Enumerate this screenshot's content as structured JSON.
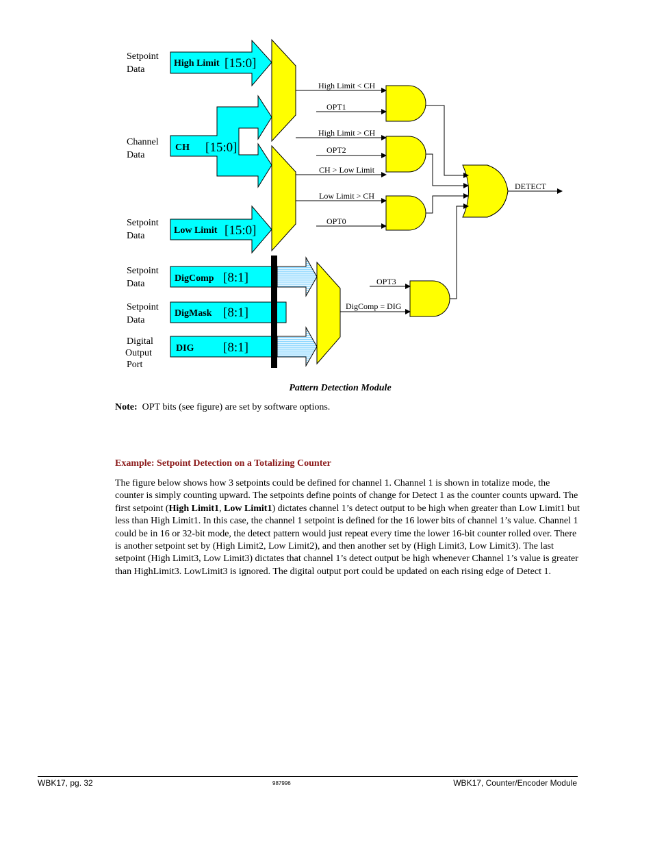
{
  "figure": {
    "inputs": {
      "high_limit": {
        "side_label": [
          "Setpoint",
          "Data"
        ],
        "name": "High Limit",
        "bits": "[15:0]"
      },
      "ch": {
        "side_label": [
          "Channel",
          "Data"
        ],
        "name": "CH",
        "bits": "[15:0]"
      },
      "low_limit": {
        "side_label": [
          "Setpoint",
          "Data"
        ],
        "name": "Low Limit",
        "bits": "[15:0]"
      },
      "digcomp": {
        "side_label": [
          "Setpoint",
          "Data"
        ],
        "name": "DigComp",
        "bits": "[8:1]"
      },
      "digmask": {
        "side_label": [
          "Setpoint",
          "Data"
        ],
        "name": "DigMask",
        "bits": "[8:1]"
      },
      "dig": {
        "side_label": [
          "Digital",
          "Output",
          "Port"
        ],
        "name": "DIG",
        "bits": "[8:1]"
      }
    },
    "signals": {
      "hl_lt_ch": "High Limit < CH",
      "opt1": "OPT1",
      "hl_gt_ch": "High Limit > CH",
      "opt2": "OPT2",
      "ch_gt_ll": "CH > Low Limit",
      "ll_gt_ch": "Low Limit > CH",
      "opt0": "OPT0",
      "opt3": "OPT3",
      "digcomp_eq_dig": "DigComp = DIG",
      "detect": "DETECT"
    },
    "colors": {
      "cyan": "#00ffff",
      "yellow": "#ffff00",
      "hatch": "#8fd8ff"
    }
  },
  "caption": "Pattern Detection Module",
  "note": {
    "label": "Note:",
    "text": "OPT bits (see figure) are set by software options."
  },
  "example": {
    "heading": "Example:  Setpoint Detection on a Totalizing Counter",
    "p_a": "The figure below shows how 3 setpoints could be defined for channel 1.  Channel 1 is shown in totalize mode, the counter is simply counting upward.  The setpoints define points of change for Detect 1 as the counter counts upward.  The first setpoint (",
    "b1": "High Limit1",
    "p_b": ", ",
    "b2": "Low Limit1",
    "p_c": ") dictates channel 1’s detect output to be high when greater than Low Limit1 but less than High Limit1.  In this case, the channel 1 setpoint is defined for the 16 lower bits of channel 1’s value.  Channel 1 could be in 16 or 32-bit mode, the detect pattern would just repeat every time the lower 16-bit counter rolled over.  There is another setpoint set by (High Limit2, Low Limit2), and then another set by (High Limit3, Low Limit3).  The last setpoint (High Limit3, Low Limit3) dictates that channel 1’s detect output be high whenever Channel 1’s value is greater than HighLimit3.  LowLimit3 is ignored.  The digital output port could be updated on each rising edge of Detect 1."
  },
  "footer": {
    "left": "WBK17, pg. 32",
    "center": "987996",
    "right": "WBK17, Counter/Encoder Module"
  }
}
